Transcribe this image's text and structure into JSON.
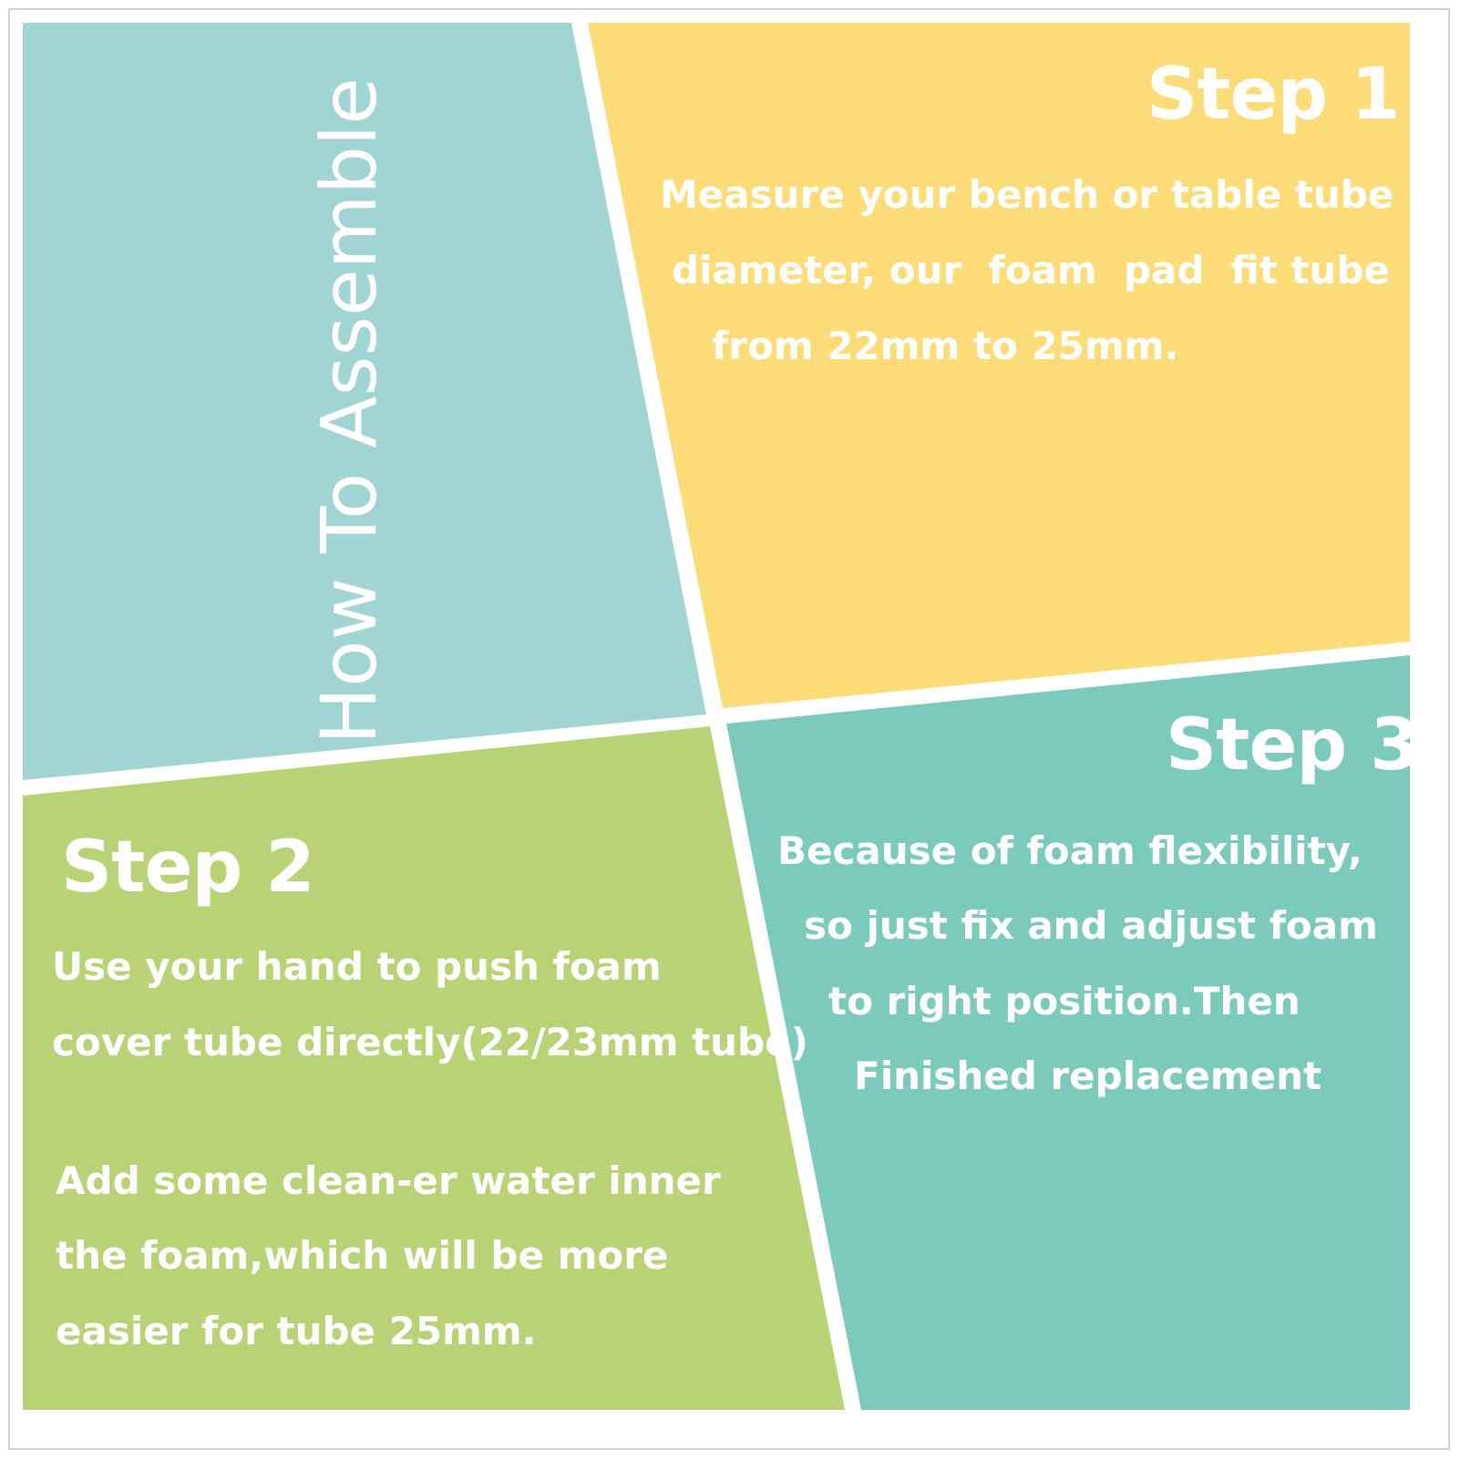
{
  "heading": "How To Assemble",
  "colors": {
    "blue_panel": "#a1d5d3",
    "yellow_panel": "#fcdc78",
    "green_panel": "#b8d375",
    "teal_panel": "#7bcabb",
    "text": "#ffffff"
  },
  "step1": {
    "title": "Step 1",
    "lines": [
      "Measure your bench or table tube",
      "diameter, our  foam  pad  fit tube",
      "from 22mm to 25mm."
    ]
  },
  "step2": {
    "title": "Step 2",
    "lines": [
      "Use your hand to push foam",
      "cover tube directly(22/23mm tube)",
      "Add some clean-er water inner",
      "the foam,which will be more",
      "easier for tube 25mm."
    ]
  },
  "step3": {
    "title": "Step 3",
    "lines": [
      "Because of foam flexibility,",
      "so just fix and adjust foam",
      "to right position.Then",
      "Finished replacement"
    ]
  }
}
